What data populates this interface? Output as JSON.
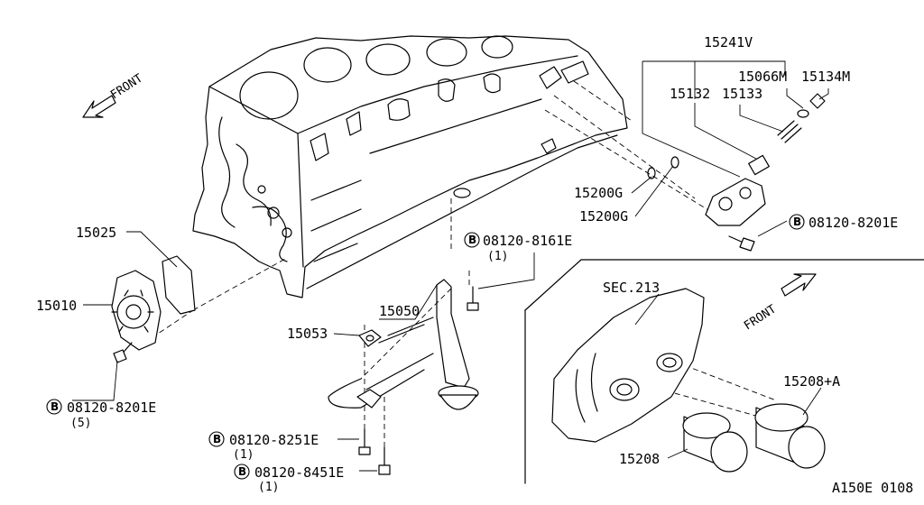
{
  "front_label_top": "FRONT",
  "front_label_inset": "FRONT",
  "parts": {
    "p15241V": "15241V",
    "p15066M": "15066M",
    "p15134M": "15134M",
    "p15132": "15132",
    "p15133": "15133",
    "p15200G_a": "15200G",
    "p15200G_b": "15200G",
    "p15025": "15025",
    "p15010": "15010",
    "p15053": "15053",
    "p15050": "15050",
    "p15208A": "15208+A",
    "p15208": "15208",
    "sec213": "SEC.213"
  },
  "bolts": {
    "b_right": {
      "badge": "B",
      "code": "08120-8201E"
    },
    "b_mid": {
      "badge": "B",
      "code": "08120-8161E",
      "qty": "(1)"
    },
    "b_left": {
      "badge": "B",
      "code": "08120-8201E",
      "qty": "(5)"
    },
    "b_8251": {
      "badge": "B",
      "code": "08120-8251E",
      "qty": "(1)"
    },
    "b_8451": {
      "badge": "B",
      "code": "08120-8451E",
      "qty": "(1)"
    }
  },
  "diagram_code": "A150E 0108"
}
